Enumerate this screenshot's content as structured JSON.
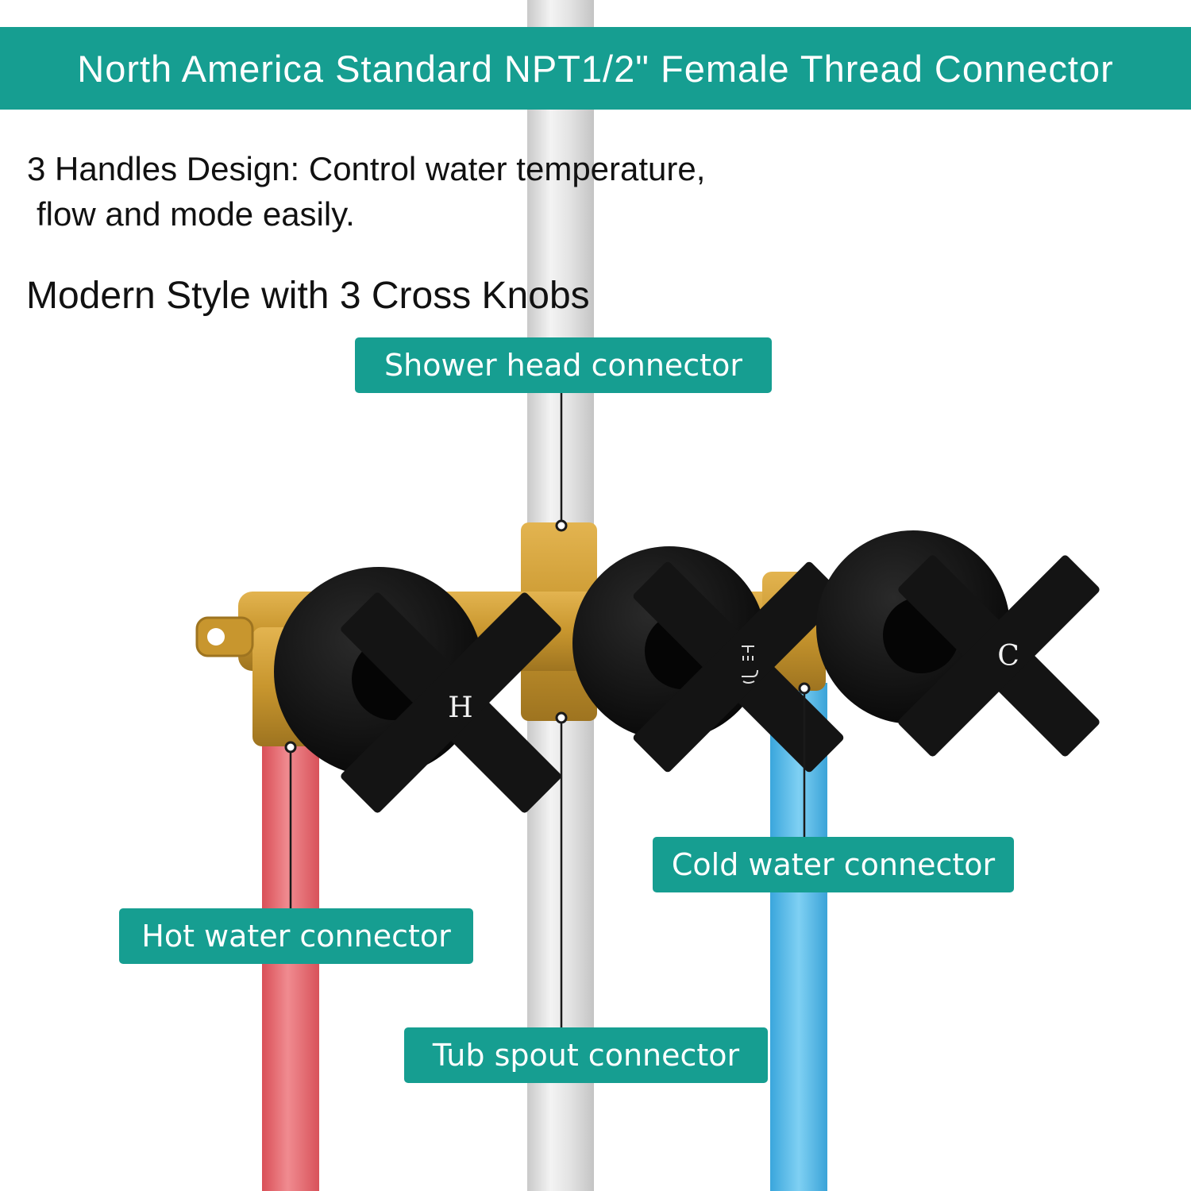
{
  "banner": {
    "title": "North America Standard NPT1/2\" Female Thread Connector"
  },
  "description": {
    "line1": "3 Handles Design: Control water temperature,",
    "line2": "flow and mode easily.",
    "style": "Modern Style with 3 Cross Knobs"
  },
  "callouts": {
    "shower_head": "Shower head connector",
    "cold_water": "Cold water connector",
    "hot_water": "Hot water connector",
    "tub_spout": "Tub spout connector"
  },
  "knobs": {
    "hot_letter": "H",
    "cold_letter": "C",
    "diverter_icons": [
      "shower-icon",
      "tub-spout-icon"
    ]
  },
  "colors": {
    "accent": "#169e91",
    "hot_pipe": "#e8636a",
    "cold_pipe": "#4db8e8",
    "main_pipe": "#dcdcdc",
    "brass": "#c8962e",
    "knob": "#111111"
  }
}
